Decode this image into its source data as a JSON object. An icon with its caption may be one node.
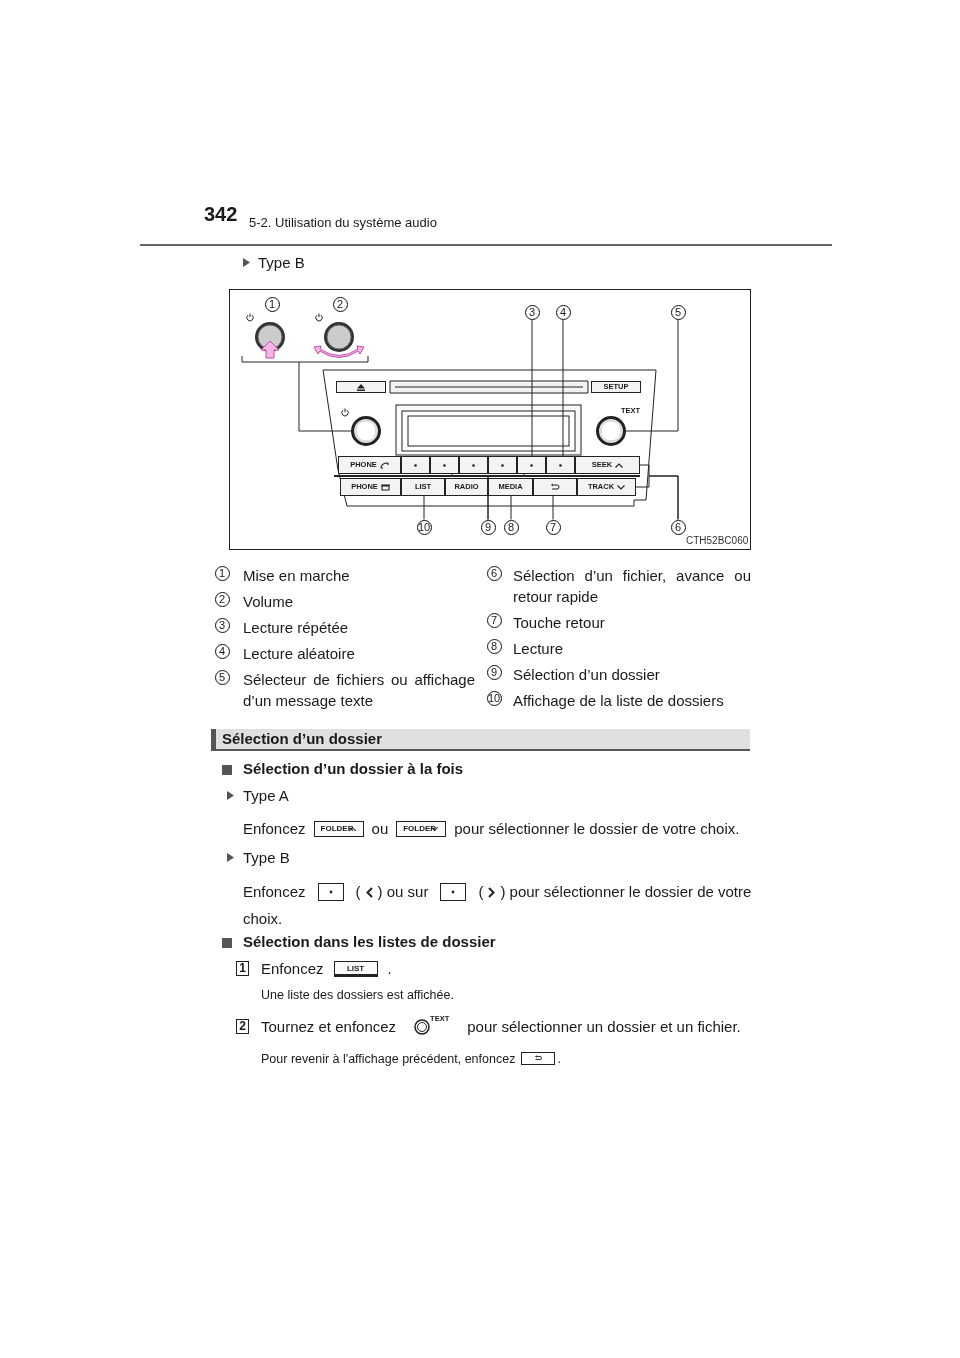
{
  "diagram": {
    "nodes": [
      {
        "text": [
          "1"
        ]
      },
      {
        "text": [
          "2"
        ]
      },
      {
        "text": [
          "3"
        ]
      },
      {
        "text": [
          "4"
        ]
      },
      {
        "text": [
          "5"
        ]
      },
      {
        "text": [],
        "shape": "box"
      },
      {
        "text": [
          "SETUP"
        ]
      },
      {
        "text": [],
        "shape": "circle"
      },
      {
        "text": [],
        "shape": "circle",
        "beside": [
          "TEXT"
        ]
      },
      {
        "text": [
          "PHONE"
        ]
      },
      {
        "text": [],
        "shape": "box"
      },
      {
        "text": [],
        "shape": "box"
      },
      {
        "text": [],
        "shape": "box"
      },
      {
        "text": [],
        "shape": "box"
      },
      {
        "text": [],
        "shape": "box"
      },
      {
        "text": [],
        "shape": "box"
      },
      {
        "text": [
          "SEEK"
        ]
      },
      {
        "text": [
          "PHONE"
        ]
      },
      {
        "text": [
          "LIST"
        ]
      },
      {
        "text": [
          "RADIO"
        ]
      },
      {
        "text": [
          "MEDIA"
        ]
      },
      {
        "text": [],
        "shape": "box"
      },
      {
        "text": [
          "TRACK"
        ]
      },
      {
        "text": [
          "10"
        ]
      },
      {
        "text": [
          "9"
        ]
      },
      {
        "text": [
          "8"
        ]
      },
      {
        "text": [
          "7"
        ]
      },
      {
        "text": [
          "6"
        ]
      },
      {
        "text": [
          "1"
        ],
        "beside": [
          "Mise en marche"
        ]
      },
      {
        "text": [
          "2"
        ],
        "beside": [
          "Volume"
        ]
      },
      {
        "text": [
          "3"
        ],
        "beside": [
          "Lecture répétée"
        ]
      },
      {
        "text": [
          "4"
        ],
        "beside": [
          "Lecture aléatoire"
        ]
      },
      {
        "text": [
          "5"
        ],
        "beside": [
          "Sélecteur de fichiers ou affichage d’un message texte"
        ]
      },
      {
        "text": [
          "6"
        ],
        "beside": [
          "Sélection d’un fichier, avance ou retour rapide"
        ]
      },
      {
        "text": [
          "7"
        ],
        "beside": [
          "Touche retour"
        ]
      },
      {
        "text": [
          "8"
        ],
        "beside": [
          "Lecture"
        ]
      },
      {
        "text": [
          "9"
        ],
        "beside": [
          "Sélection d’un dossier"
        ]
      },
      {
        "text": [
          "10"
        ],
        "beside": [
          "Affichage de la liste de dossiers"
        ]
      }
    ],
    "edges": [
      {
        "from": 2,
        "to": 14,
        "arrow": "none"
      },
      {
        "from": 3,
        "to": 15,
        "arrow": "none"
      },
      {
        "from": 4,
        "to": 8,
        "arrow": "none"
      },
      {
        "from": 27,
        "to": 16,
        "arrow": "none"
      },
      {
        "from": 27,
        "to": 22,
        "arrow": "none"
      },
      {
        "from": 26,
        "to": 21,
        "arrow": "none"
      },
      {
        "from": 25,
        "to": 20,
        "arrow": "none"
      },
      {
        "from": 24,
        "to": 11,
        "arrow": "none"
      },
      {
        "from": 24,
        "to": 14,
        "arrow": "none"
      },
      {
        "from": 23,
        "to": 18,
        "arrow": "none"
      }
    ],
    "labels": [
      "342",
      "5-2. Utilisation du système audio",
      "Type B",
      "CTH52BC060",
      "Sélection d’un dossier",
      "Sélection d’un dossier à la fois",
      "Type A",
      "Enfoncez",
      "FOLDER",
      "ou",
      "FOLDER",
      "pour sélectionner le dossier de votre choix.",
      "Type B",
      "Enfoncez",
      "(",
      ") ou sur",
      "(",
      ") pour sélectionner le dossier de votre choix.",
      "Sélection dans les listes de dossier",
      "1",
      "Enfoncez",
      "LIST",
      ".",
      "Une liste des dossiers est affichée.",
      "2",
      "Tournez et enfoncez",
      "TEXT",
      "pour sélectionner un dossier et un fichier.",
      "Pour revenir à l'affichage précédent, enfoncez",
      "."
    ]
  }
}
